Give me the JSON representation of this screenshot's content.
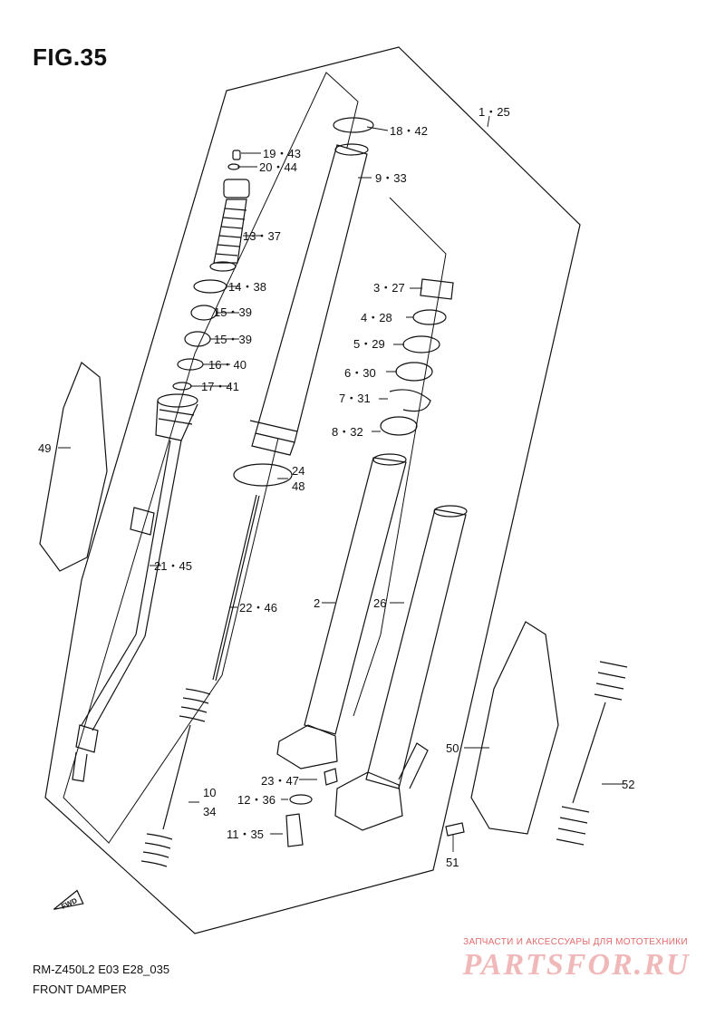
{
  "figure": {
    "title": "FIG.35"
  },
  "footer": {
    "code": "RM-Z450L2 E03 E28_035",
    "caption": "FRONT DAMPER"
  },
  "orientation": {
    "fwd_label": "FWD"
  },
  "callouts": [
    {
      "id": "1-25",
      "text": "1・25"
    },
    {
      "id": "18-42",
      "text": "18・42"
    },
    {
      "id": "9-33",
      "text": "9・33"
    },
    {
      "id": "19-43",
      "text": "19・43"
    },
    {
      "id": "20-44",
      "text": "20・44"
    },
    {
      "id": "13-37",
      "text": "13・37"
    },
    {
      "id": "14-38",
      "text": "14・38"
    },
    {
      "id": "15-39a",
      "text": "15・39"
    },
    {
      "id": "15-39b",
      "text": "15・39"
    },
    {
      "id": "16-40",
      "text": "16・40"
    },
    {
      "id": "17-41",
      "text": "17・41"
    },
    {
      "id": "3-27",
      "text": "3・27"
    },
    {
      "id": "4-28",
      "text": "4・28"
    },
    {
      "id": "5-29",
      "text": "5・29"
    },
    {
      "id": "6-30",
      "text": "6・30"
    },
    {
      "id": "7-31",
      "text": "7・31"
    },
    {
      "id": "8-32",
      "text": "8・32"
    },
    {
      "id": "49",
      "text": "49"
    },
    {
      "id": "24",
      "text": "24"
    },
    {
      "id": "48",
      "text": "48"
    },
    {
      "id": "21-45",
      "text": "21・45"
    },
    {
      "id": "22-46",
      "text": "22・46"
    },
    {
      "id": "2",
      "text": "2"
    },
    {
      "id": "26",
      "text": "26"
    },
    {
      "id": "50",
      "text": "50"
    },
    {
      "id": "52",
      "text": "52"
    },
    {
      "id": "23-47",
      "text": "23・47"
    },
    {
      "id": "12-36",
      "text": "12・36"
    },
    {
      "id": "10",
      "text": "10"
    },
    {
      "id": "34",
      "text": "34"
    },
    {
      "id": "11-35",
      "text": "11・35"
    },
    {
      "id": "51",
      "text": "51"
    }
  ],
  "watermark": {
    "tagline": "ЗАПЧАСТИ И АКСЕССУАРЫ ДЛЯ МОТОТЕХНИКИ",
    "brand": "PARTSFOR.RU"
  },
  "colors": {
    "line": "#111111",
    "watermark": "#e06a6a",
    "watermark_logo": "#f0b8b8"
  }
}
